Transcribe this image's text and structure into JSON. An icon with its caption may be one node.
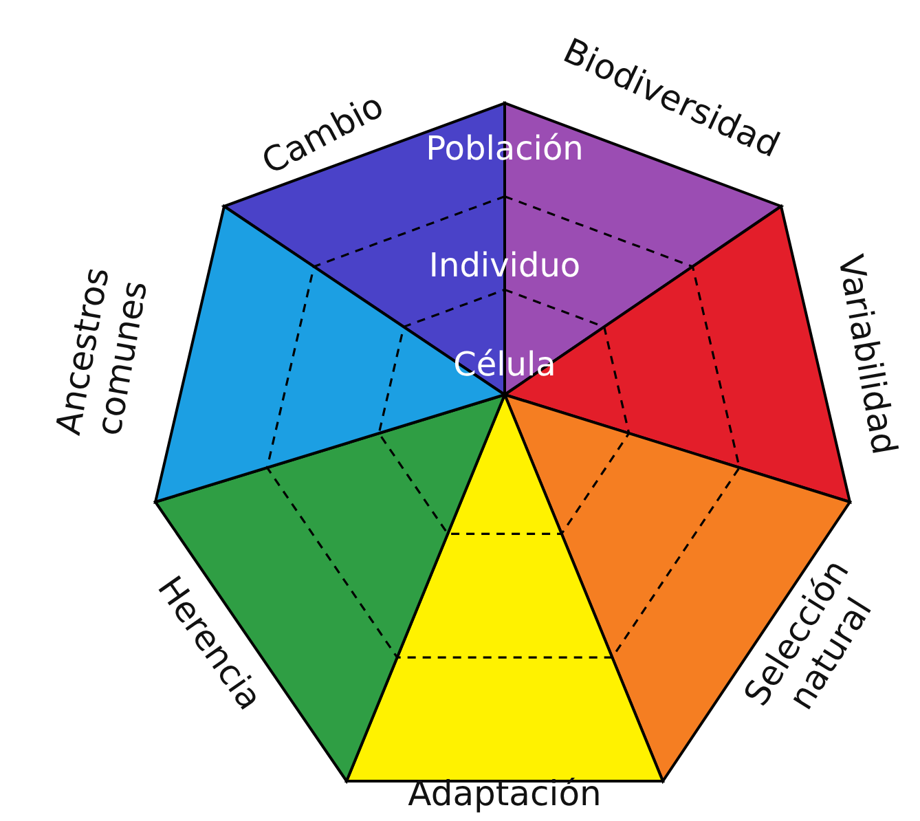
{
  "diagram": {
    "nodes": [
      {
        "text": [
          "Cambio"
        ]
      },
      {
        "text": [
          "Biodiversidad"
        ]
      },
      {
        "text": [
          "Variabilidad"
        ]
      },
      {
        "text": [
          "Selección natural"
        ]
      },
      {
        "text": [
          "Adaptación"
        ]
      },
      {
        "text": [
          "Herencia"
        ]
      },
      {
        "text": [
          "Ancestros comunes"
        ]
      }
    ],
    "labels": [
      "Población",
      "Individuo",
      "Célula"
    ]
  }
}
